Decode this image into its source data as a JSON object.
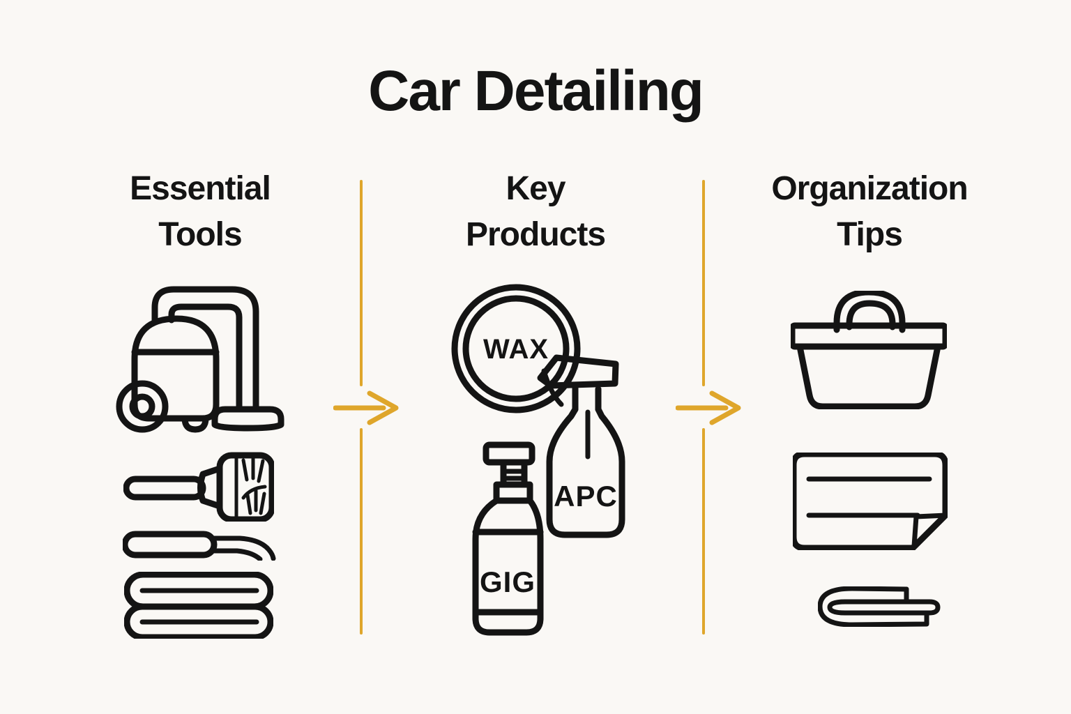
{
  "title": "Car Detailing",
  "colors": {
    "background": "#FAF8F5",
    "ink": "#141414",
    "accent": "#DFA62B"
  },
  "columns": [
    {
      "id": "essential-tools",
      "heading": "Essential\nTools",
      "icons": [
        "vacuum",
        "detail-brush",
        "detailing-pick",
        "folded-towels"
      ]
    },
    {
      "id": "key-products",
      "heading": "Key\nProducts",
      "icons": [
        "wax-tin-with-applicator",
        "spray-bottle",
        "pump-bottle"
      ]
    },
    {
      "id": "organization-tips",
      "heading": "Organization\nTips",
      "icons": [
        "caddy-basket",
        "checklist-note",
        "folded-towel"
      ]
    }
  ],
  "product_labels": {
    "wax": "WAX",
    "apc": "APC",
    "gig": "GIG"
  }
}
